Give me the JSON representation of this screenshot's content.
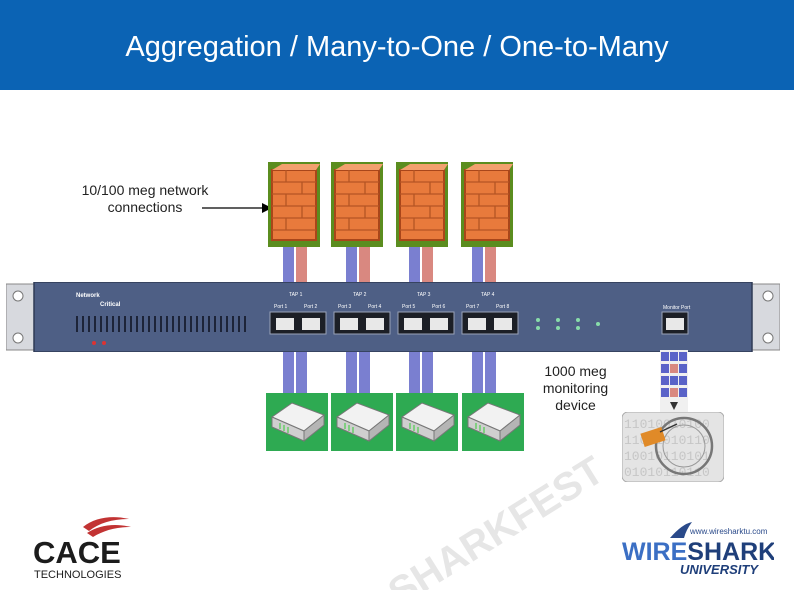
{
  "title": "Aggregation / Many-to-One / One-to-Many",
  "labels": {
    "network": "10/100 meg network connections",
    "monitoring": "1000 meg monitoring device"
  },
  "appliance": {
    "brand_line1": "Network",
    "brand_line2": "Critical",
    "taps": [
      "TAP 1",
      "TAP 2",
      "TAP 3",
      "TAP 4"
    ],
    "ports": [
      "Port 1",
      "Port 2",
      "Port 3",
      "Port 4",
      "Port 5",
      "Port 6",
      "Port 7",
      "Port 8"
    ],
    "monitor_port_label": "Monitor Port"
  },
  "monitor_bits": [
    "11010010100",
    "11011010110",
    "10010110101",
    "01010110110"
  ],
  "watermark": "SHARKFEST",
  "logos": {
    "cace_line1": "CACE",
    "cace_line2": "TECHNOLOGIES",
    "ws_url": "www.wiresharktu.com",
    "ws_wire": "WIRE",
    "ws_shark": "SHARK",
    "ws_univ": "UNIVERSITY"
  },
  "colors": {
    "title_bar": "#0b63b4",
    "firewall": "#e87a3c",
    "router_bg": "#2eaa52",
    "chassis": "#4e5f85"
  }
}
